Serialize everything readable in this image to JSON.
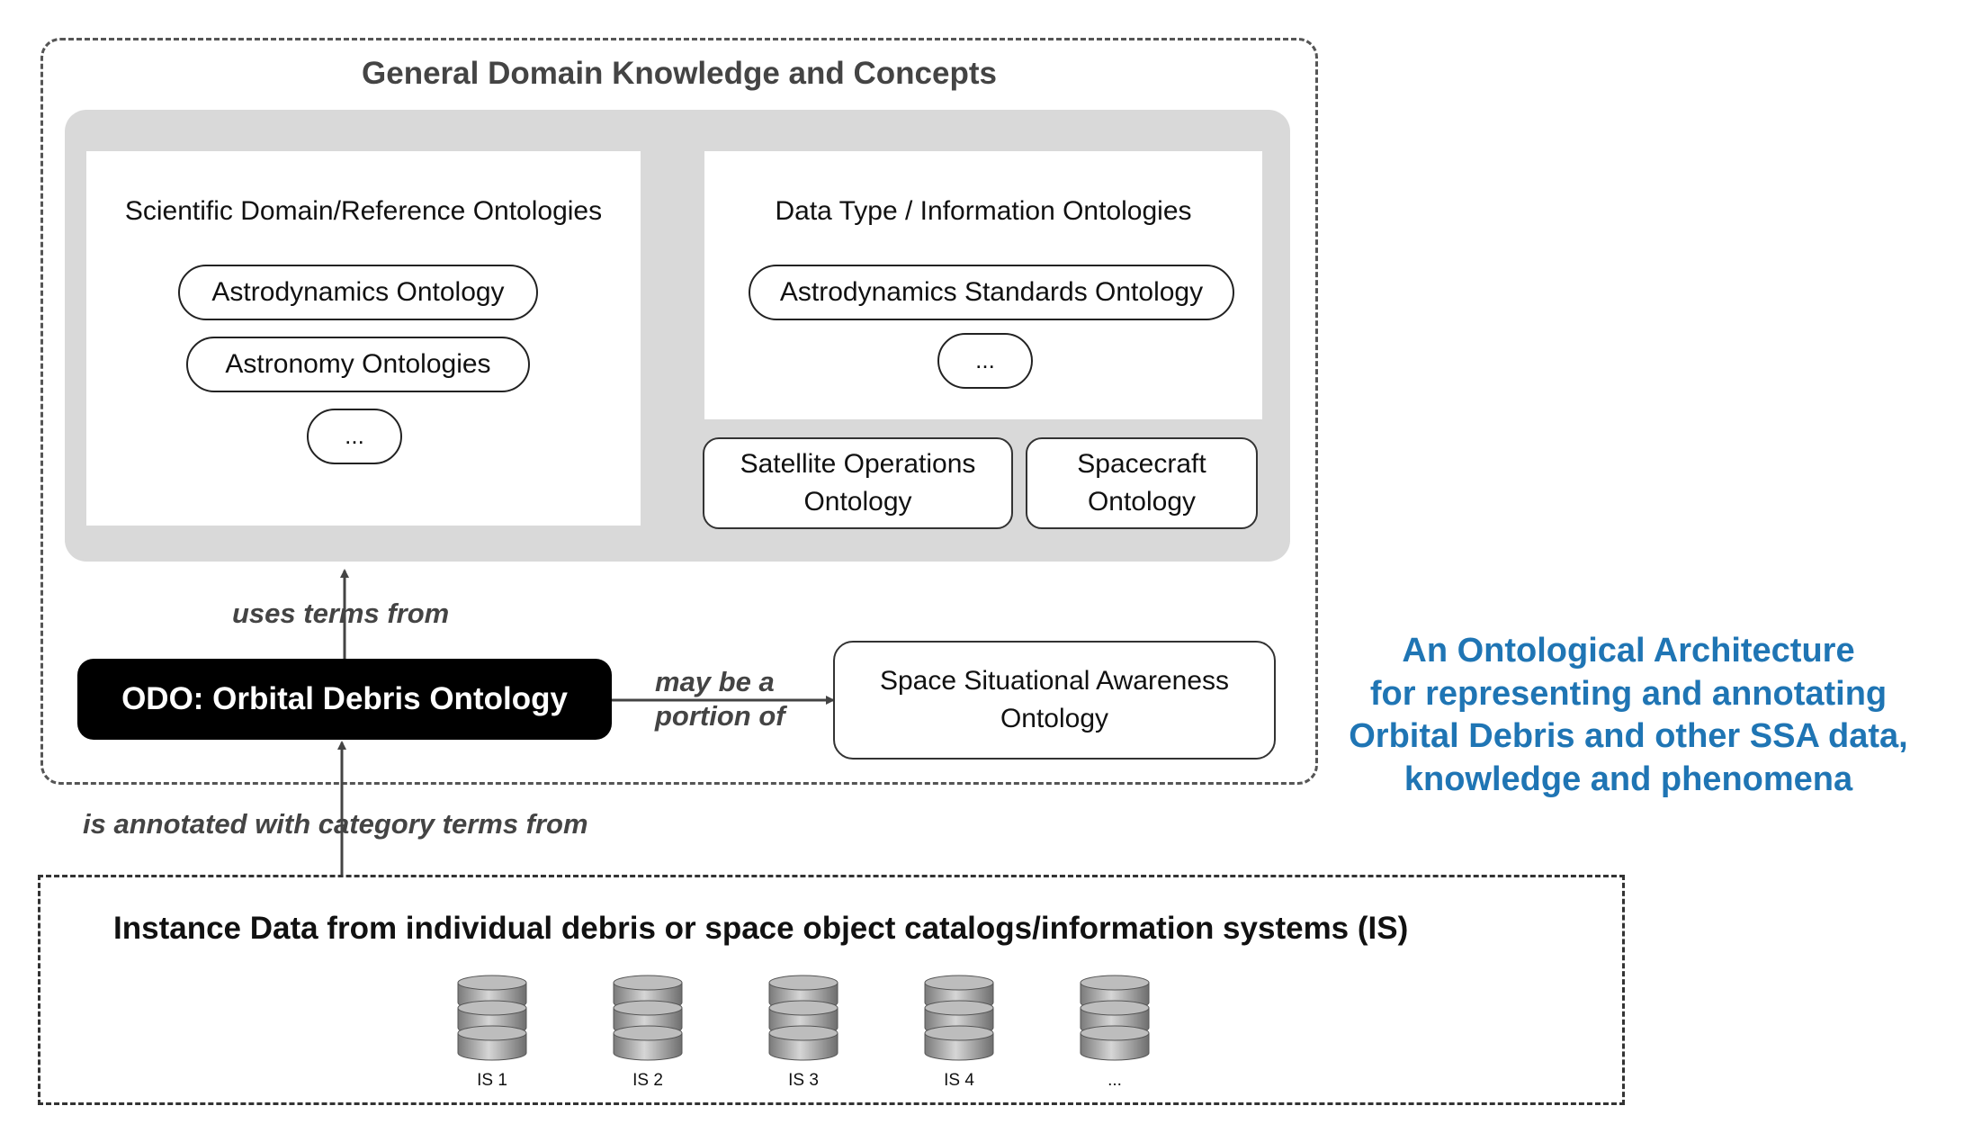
{
  "general": {
    "title": "General Domain Knowledge and Concepts"
  },
  "scientific": {
    "title": "Scientific Domain/Reference Ontologies",
    "items": [
      "Astrodynamics Ontology",
      "Astronomy Ontologies",
      "..."
    ]
  },
  "datatype": {
    "title": "Data Type / Information Ontologies",
    "items": [
      "Astrodynamics Standards Ontology",
      "..."
    ]
  },
  "satellite_ops": {
    "line1": "Satellite Operations",
    "line2": "Ontology"
  },
  "spacecraft": {
    "line1": "Spacecraft",
    "line2": "Ontology"
  },
  "edges": {
    "uses_terms": "uses terms from",
    "portion_line1": "may be a",
    "portion_line2": "portion of",
    "annotated": "is annotated with category terms from"
  },
  "odo": {
    "label": "ODO: Orbital Debris Ontology"
  },
  "ssa": {
    "line1": "Space Situational Awareness",
    "line2": "Ontology"
  },
  "side_title": {
    "lines": [
      "An Ontological Architecture",
      "for representing and annotating",
      "Orbital Debris and other SSA data,",
      "knowledge and phenomena"
    ]
  },
  "instance": {
    "title": "Instance Data from individual debris or space object catalogs/information systems (IS)",
    "databases": [
      "IS 1",
      "IS 2",
      "IS 3",
      "IS 4",
      "..."
    ]
  },
  "colors": {
    "accent_blue": "#1f75b4",
    "panel_grey": "#d9d9d9",
    "odo_black": "#000000"
  }
}
